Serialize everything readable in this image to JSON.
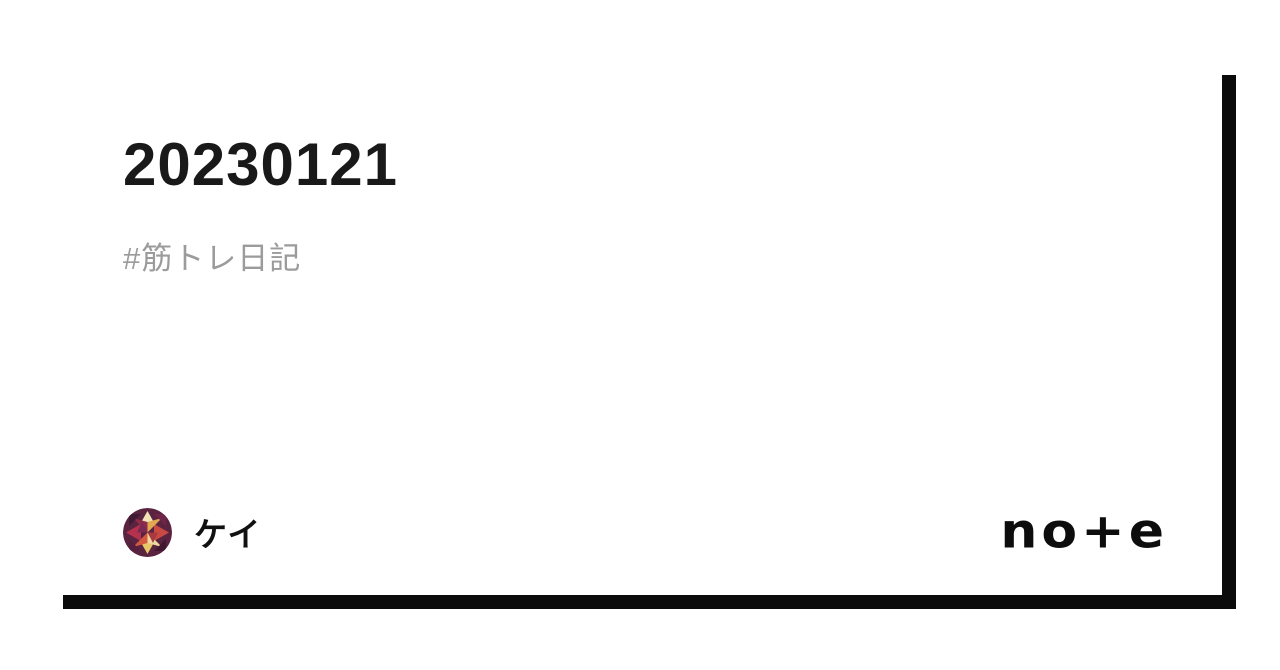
{
  "card": {
    "title": "20230121",
    "hashtag": "#筋トレ日記",
    "author": {
      "name": "ケイ",
      "avatar_icon": "stained-glass-star-avatar-icon"
    },
    "brand": {
      "logo_text": "no+e",
      "logo_icon": "note-logo",
      "logo_color": "#0d0d0d"
    },
    "colors": {
      "card_background": "#ffffff",
      "shadow": "#0b0b0b",
      "title_text": "#191919",
      "hashtag_text": "#9b9b9b",
      "author_text": "#111111"
    }
  }
}
